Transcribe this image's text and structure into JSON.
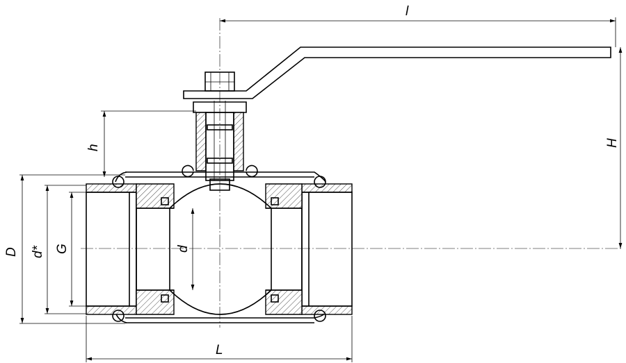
{
  "dimensions": {
    "handle_length": "l",
    "height": "H",
    "stem_height": "h",
    "outer_diameter": "D",
    "body_diameter": "d*",
    "thread": "G",
    "bore": "d",
    "length": "L"
  }
}
